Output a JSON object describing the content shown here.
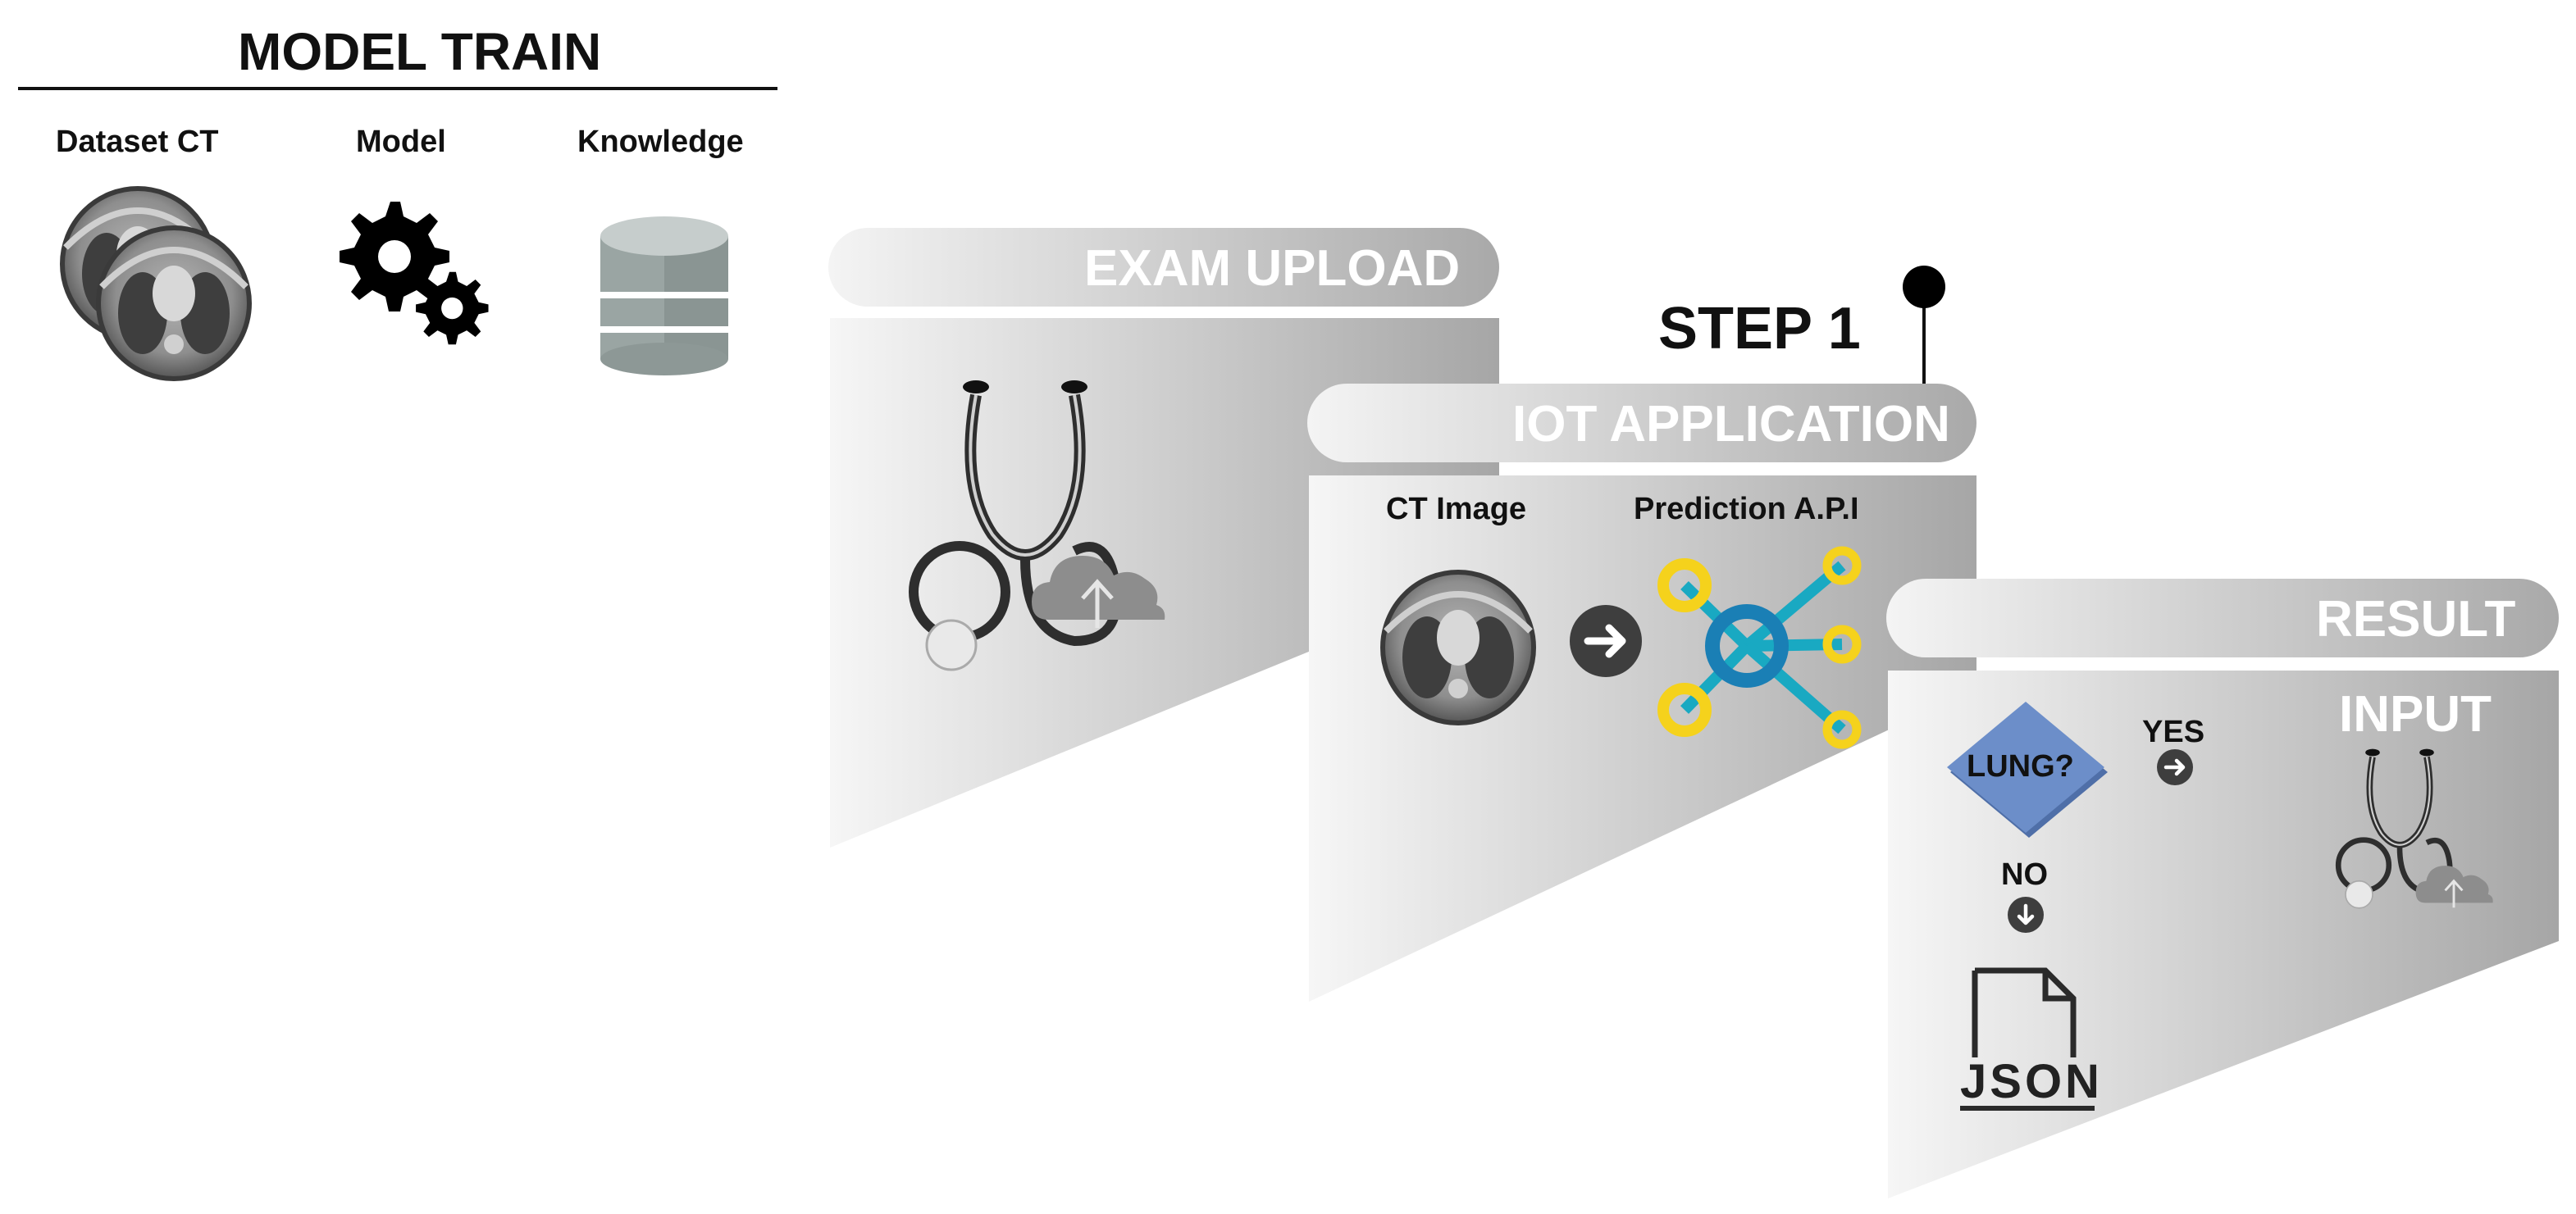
{
  "model_train": {
    "title": "MODEL TRAIN",
    "items": [
      {
        "label": "Dataset CT",
        "icon": "ct-scan-stack-icon"
      },
      {
        "label": "Model",
        "icon": "gears-icon"
      },
      {
        "label": "Knowledge",
        "icon": "database-icon"
      }
    ]
  },
  "panels": {
    "exam_upload": {
      "title": "EXAM UPLOAD",
      "icon": "stethoscope-cloud-upload-icon"
    },
    "iot_application": {
      "title": "IOT APPLICATION",
      "ct_image_label": "CT Image",
      "prediction_label": "Prediction A.P.I",
      "icons": [
        "ct-scan-icon",
        "arrow-right-icon",
        "network-hub-icon"
      ]
    },
    "result": {
      "title": "RESULT",
      "decision_label": "LUNG?",
      "yes_label": "YES",
      "no_label": "NO",
      "input_label": "INPUT",
      "json_label": "JSON",
      "icons": [
        "arrow-right-icon",
        "arrow-down-icon",
        "json-file-icon",
        "stethoscope-cloud-upload-icon"
      ]
    }
  },
  "step_label": "STEP 1",
  "colors": {
    "panel_dark": "#a9a9a9",
    "panel_light": "#f4f4f4",
    "decision_blue": "#6c8ec9",
    "hub_blue": "#1a7fb5",
    "hub_cyan": "#19a9c2",
    "node_yellow": "#f5d21c",
    "db_gray": "#9aa5a3"
  }
}
